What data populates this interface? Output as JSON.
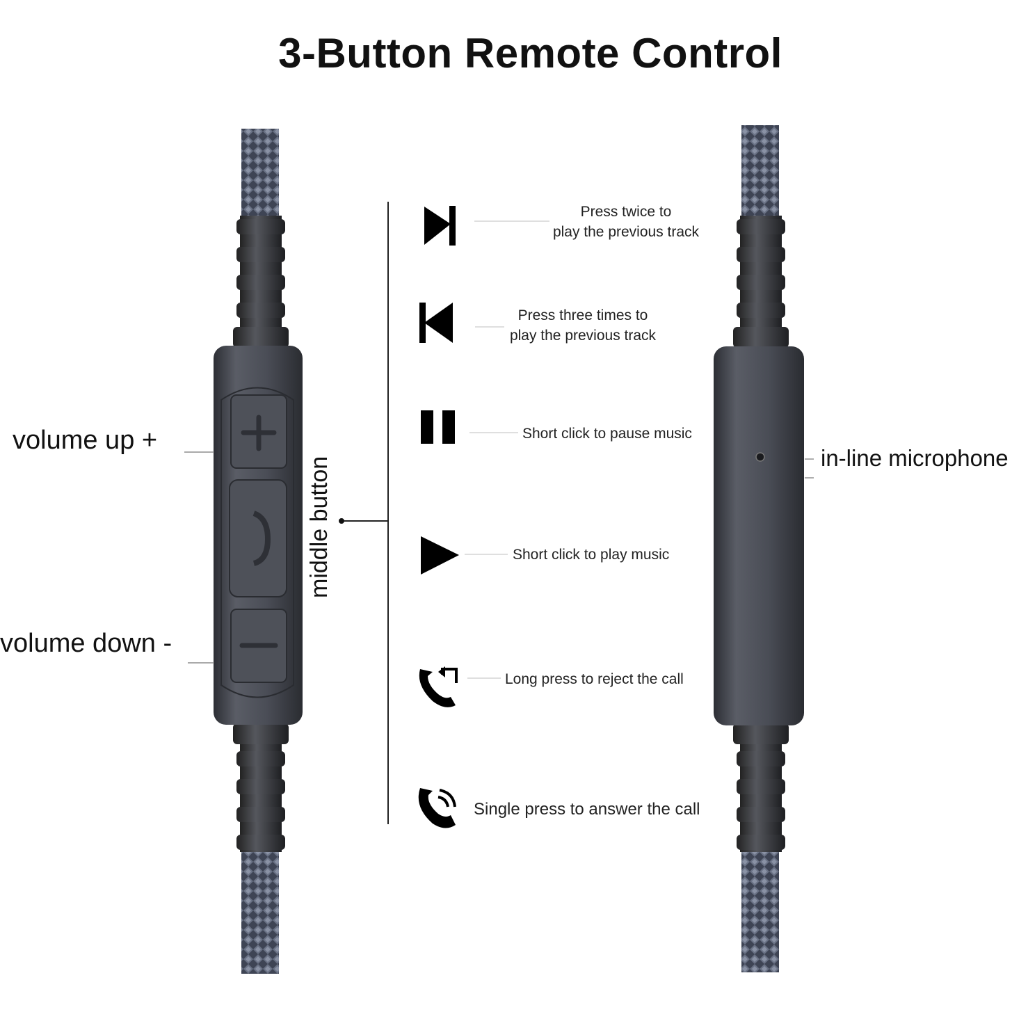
{
  "title": "3-Button Remote Control",
  "left_labels": {
    "volume_up": "volume up +",
    "volume_down": "volume down -",
    "middle_button": "middle button"
  },
  "right_labels": {
    "microphone": "in-line microphone"
  },
  "functions": [
    {
      "icon": "next-track-icon",
      "line1": "Press twice to",
      "line2": "play the previous track"
    },
    {
      "icon": "previous-track-icon",
      "line1": "Press three times to",
      "line2": "play the previous track"
    },
    {
      "icon": "pause-icon",
      "line1": "Short click to pause music"
    },
    {
      "icon": "play-icon",
      "line1": "Short click to play music"
    },
    {
      "icon": "reject-call-icon",
      "line1": "Long press to reject the call"
    },
    {
      "icon": "answer-call-icon",
      "line1": "Single press to answer the call"
    }
  ],
  "colors": {
    "cable": "#4a5060",
    "remote": "#4b4e57",
    "text": "#111111"
  }
}
